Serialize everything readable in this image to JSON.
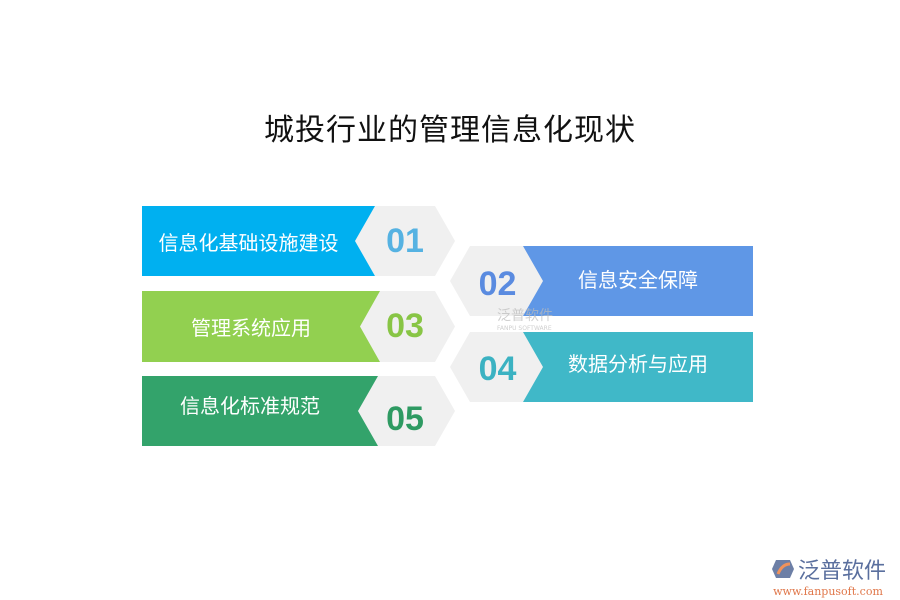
{
  "title": "城投行业的管理信息化现状",
  "items": [
    {
      "number": "01",
      "label": "信息化基础设施建设",
      "color": "#00b0f0",
      "number_color": "#55b2e2"
    },
    {
      "number": "02",
      "label": "信息安全保障",
      "color": "#5f97e6",
      "number_color": "#5a8be0"
    },
    {
      "number": "03",
      "label": "管理系统应用",
      "color": "#92d050",
      "number_color": "#88c545"
    },
    {
      "number": "04",
      "label": "数据分析与应用",
      "color": "#40b8c8",
      "number_color": "#3bb2c2"
    },
    {
      "number": "05",
      "label": "信息化标准规范",
      "color": "#33a36b",
      "number_color": "#2e9a62"
    }
  ],
  "watermark": {
    "name": "泛普软件",
    "sub": "FANPU SOFTWARE"
  },
  "logo": {
    "name": "泛普软件",
    "url": "www.fanpusoft.com"
  }
}
